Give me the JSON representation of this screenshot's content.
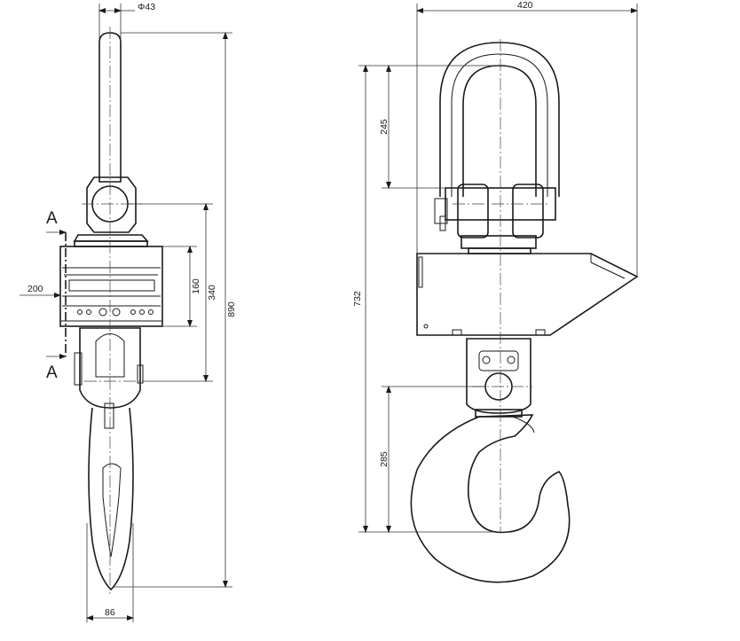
{
  "section_mark": "A",
  "front_view": {
    "dim_diameter": "Φ43",
    "dim_overall_height": "890",
    "dim_340": "340",
    "dim_160": "160",
    "dim_200": "200",
    "dim_86": "86"
  },
  "side_view": {
    "dim_width": "420",
    "dim_shackle": "245",
    "dim_height": "732",
    "dim_hook": "285"
  }
}
